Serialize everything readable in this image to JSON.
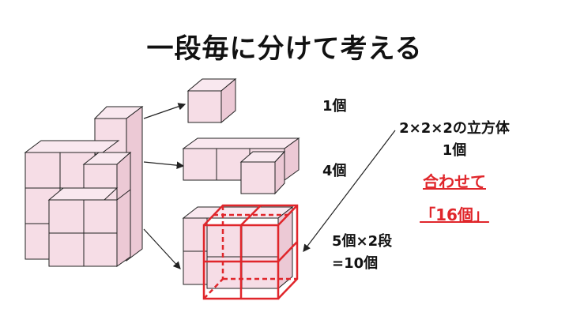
{
  "title": "一段毎に分けて考える",
  "labels": {
    "layer1": "1個",
    "layer2": "4個",
    "layer3_line1": "5個×2段",
    "layer3_line2": "=10個"
  },
  "callout": {
    "line1": "2×2×2の立方体",
    "line2": "1個",
    "result1": "合わせて",
    "result2": "「16個」"
  },
  "colors": {
    "cube_front": "#f6dde6",
    "cube_top": "#f9e8ef",
    "cube_side": "#ecc9d5",
    "edge": "#222222",
    "highlight": "#e0262b"
  }
}
